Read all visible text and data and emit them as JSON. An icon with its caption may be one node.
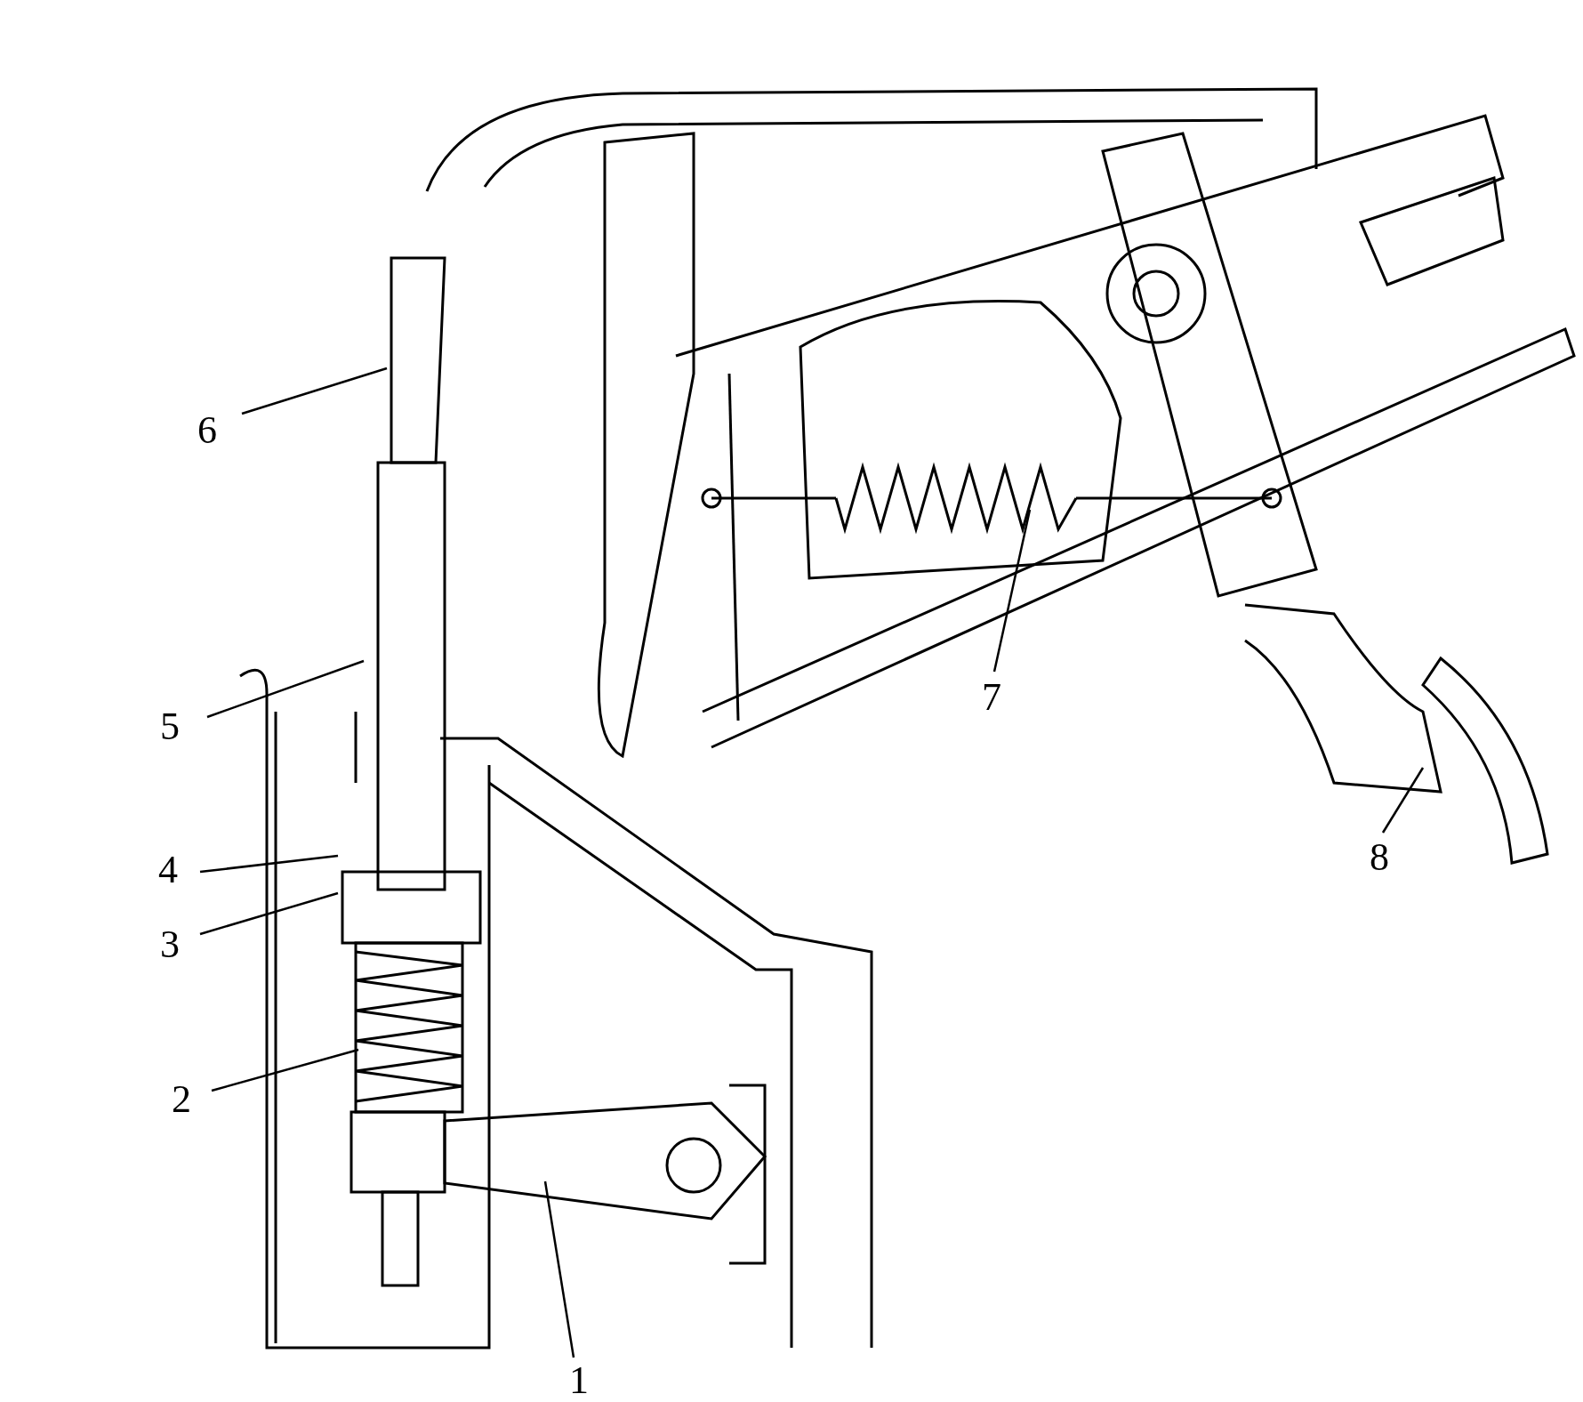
{
  "diagram": {
    "nodes": [
      {
        "text": [
          "6"
        ]
      },
      {
        "text": [
          "7"
        ]
      },
      {
        "text": [
          "5"
        ]
      },
      {
        "text": [
          "8"
        ]
      },
      {
        "text": [
          "4"
        ]
      },
      {
        "text": [
          "3"
        ]
      },
      {
        "text": [
          "2"
        ]
      },
      {
        "text": [
          "1"
        ]
      }
    ],
    "edges": [
      {
        "from": 0,
        "to": null,
        "arrow": "none"
      },
      {
        "from": 1,
        "to": null,
        "arrow": "none"
      },
      {
        "from": 2,
        "to": null,
        "arrow": "none"
      },
      {
        "from": 3,
        "to": null,
        "arrow": "none"
      },
      {
        "from": 4,
        "to": null,
        "arrow": "none"
      },
      {
        "from": 5,
        "to": null,
        "arrow": "none"
      },
      {
        "from": 6,
        "to": null,
        "arrow": "none"
      },
      {
        "from": 7,
        "to": null,
        "arrow": "none"
      }
    ]
  }
}
